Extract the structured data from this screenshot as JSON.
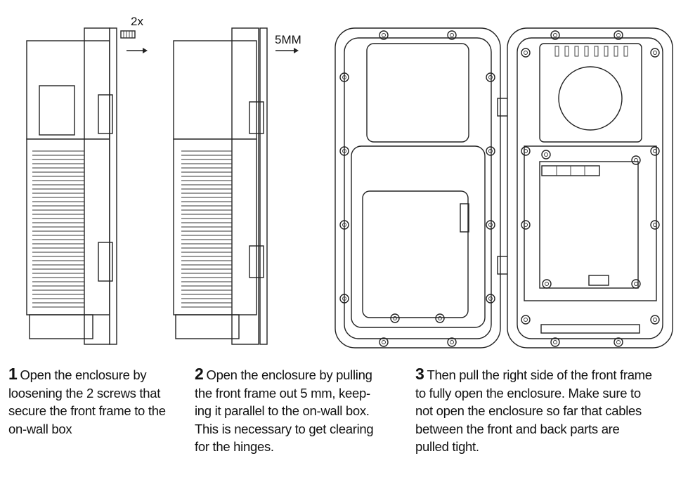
{
  "annotations": {
    "screws": "2x",
    "offset": "5MM"
  },
  "steps": [
    {
      "number": "1",
      "text": "Open the enclosure by loosening the 2 screws that secure the front frame to the on-wall box"
    },
    {
      "number": "2",
      "text": "Open the enclosure by pulling the front frame out 5 mm, keep-ing it parallel to the on-wall box. This is necessary to get clearing for the hinges."
    },
    {
      "number": "3",
      "text": "Then pull the right side of the front frame to fully open the enclosure. Make sure to not open the enclosure so far that cables between the front and back parts are pulled tight."
    }
  ]
}
